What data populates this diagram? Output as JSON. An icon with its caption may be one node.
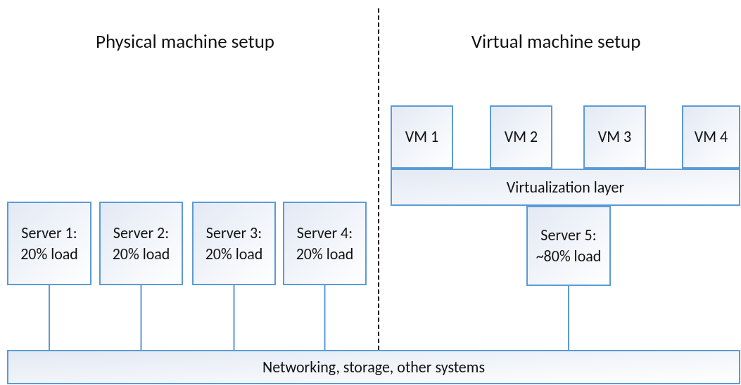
{
  "diagram": {
    "nodes": [
      {
        "text": [
          "Server 1: 20% load"
        ]
      },
      {
        "text": [
          "Server 2: 20% load"
        ]
      },
      {
        "text": [
          "Server 3: 20% load"
        ]
      },
      {
        "text": [
          "Server 4: 20% load"
        ]
      },
      {
        "text": [
          "VM 1"
        ]
      },
      {
        "text": [
          "VM 2"
        ]
      },
      {
        "text": [
          "VM 3"
        ]
      },
      {
        "text": [
          "VM 4"
        ]
      },
      {
        "text": [
          "Virtualization layer"
        ]
      },
      {
        "text": [
          "Server 5: ~80% load"
        ]
      },
      {
        "text": [
          "Networking, storage, other systems"
        ]
      }
    ],
    "edges": [
      {
        "from": 0,
        "to": 10,
        "arrow": "none"
      },
      {
        "from": 1,
        "to": 10,
        "arrow": "none"
      },
      {
        "from": 2,
        "to": 10,
        "arrow": "none"
      },
      {
        "from": 3,
        "to": 10,
        "arrow": "none"
      },
      {
        "from": 9,
        "to": 10,
        "arrow": "none"
      }
    ],
    "labels": [
      "Physical machine setup",
      "Virtual machine setup"
    ]
  }
}
